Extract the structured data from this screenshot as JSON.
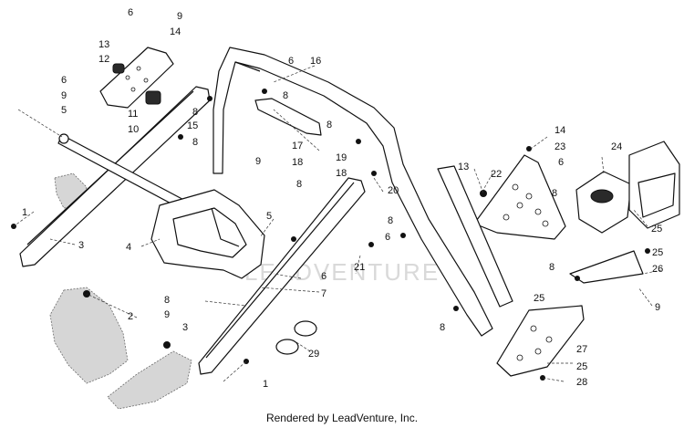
{
  "diagram": {
    "watermark_text": "LEADVENTURE",
    "footer": "Rendered by LeadVenture, Inc.",
    "callouts": [
      "1",
      "2",
      "3",
      "4",
      "5",
      "6",
      "7",
      "8",
      "9",
      "10",
      "11",
      "12",
      "13",
      "14",
      "15",
      "16",
      "17",
      "18",
      "19",
      "20",
      "21",
      "22",
      "23",
      "24",
      "25",
      "26",
      "27",
      "28",
      "29"
    ]
  }
}
